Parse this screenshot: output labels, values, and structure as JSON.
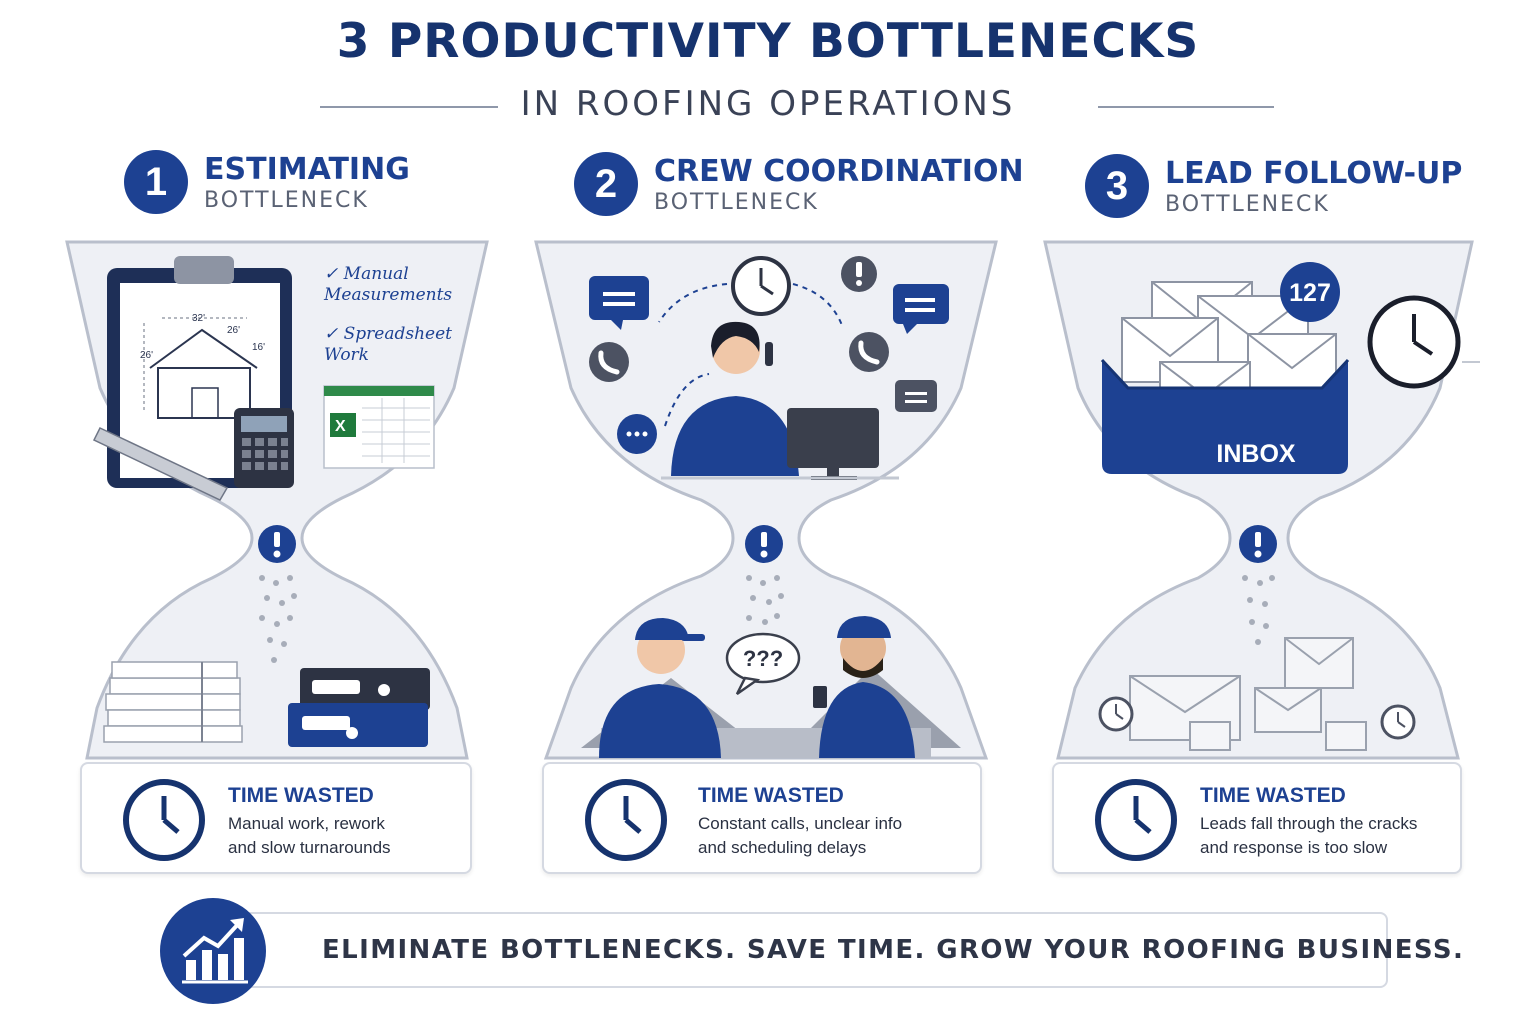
{
  "title": "3 PRODUCTIVITY BOTTLENECKS",
  "subtitle": "IN ROOFING OPERATIONS",
  "columns": [
    {
      "number": "1",
      "title": "ESTIMATING",
      "subtitle": "BOTTLENECK",
      "notes": [
        "Manual Measurements",
        "Spreadsheet Work"
      ],
      "blueprint_dims": [
        "32'",
        "26'",
        "26'",
        "16'"
      ],
      "card_title": "TIME WASTED",
      "card_line1": "Manual work, rework",
      "card_line2": "and slow turnarounds"
    },
    {
      "number": "2",
      "title": "CREW COORDINATION",
      "subtitle": "BOTTLENECK",
      "question": "???",
      "card_title": "TIME WASTED",
      "card_line1": "Constant calls, unclear info",
      "card_line2": "and scheduling delays"
    },
    {
      "number": "3",
      "title": "LEAD FOLLOW-UP",
      "subtitle": "BOTTLENECK",
      "inbox_label": "INBOX",
      "inbox_count": "127",
      "card_title": "TIME WASTED",
      "card_line1": "Leads fall through the cracks",
      "card_line2": "and response is too slow"
    }
  ],
  "footer": "ELIMINATE BOTTLENECKS. SAVE TIME. GROW YOUR ROOFING BUSINESS.",
  "colors": {
    "brand_blue": "#1d4192",
    "navy": "#16336e",
    "frame_gray": "#eef0f5"
  },
  "icons": [
    "clipboard-icon",
    "calculator-icon",
    "ruler-icon",
    "spreadsheet-icon",
    "clock-icon",
    "phone-icon",
    "chat-icon",
    "alert-icon",
    "envelope-icon",
    "inbox-icon",
    "binder-icon",
    "paper-stack-icon",
    "growth-chart-icon"
  ]
}
